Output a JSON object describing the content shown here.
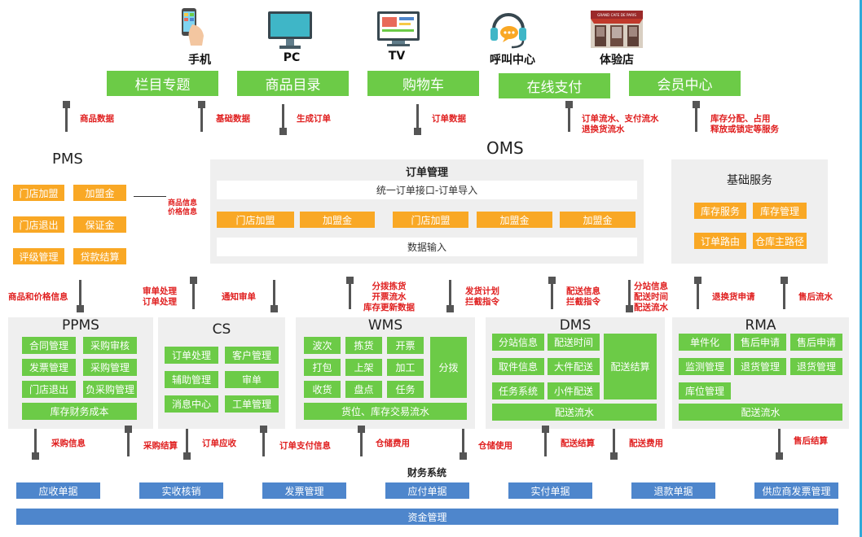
{
  "devices": [
    {
      "label": "手机",
      "icon": "mobile-phone-icon"
    },
    {
      "label": "PC",
      "icon": "monitor-icon"
    },
    {
      "label": "TV",
      "icon": "tv-icon"
    },
    {
      "label": "呼叫中心",
      "icon": "headset-icon"
    },
    {
      "label": "体验店",
      "icon": "storefront-icon"
    }
  ],
  "store_sign": "GRAND CAFE DE PARIS",
  "top_modules": [
    "栏目专题",
    "商品目录",
    "购物车",
    "在线支付",
    "会员中心"
  ],
  "top_flows": [
    "商品数据",
    "基础数据",
    "生成订单",
    "订单数据",
    "订单流水、支付流水\n退换货流水",
    "库存分配、占用\n释放或锁定等服务"
  ],
  "pms": {
    "title": "PMS",
    "items": [
      "门店加盟",
      "加盟金",
      "门店退出",
      "保证金",
      "评级管理",
      "贷款结算"
    ],
    "link_label": "商品信息\n价格信息"
  },
  "oms": {
    "title": "OMS",
    "order_mgmt": "订单管理",
    "interface": "统一订单接口-订单导入",
    "items": [
      "门店加盟",
      "加盟金",
      "门店加盟",
      "加盟金",
      "加盟金"
    ],
    "data_input": "数据输入"
  },
  "basic_service": {
    "title": "基础服务",
    "items": [
      "库存服务",
      "库存管理",
      "订单路由",
      "仓库主路径"
    ]
  },
  "mid_flows": [
    "商品和价格信息",
    "审单处理\n订单处理",
    "通知审单",
    "分拨拣货\n开票流水\n库存更新数据",
    "发货计划\n拦截指令",
    "配送信息\n拦截指令",
    "分站信息\n配送时间\n配送流水",
    "退换货申请",
    "售后流水"
  ],
  "ppms": {
    "title": "PPMS",
    "items": [
      "合同管理",
      "采购审核",
      "发票管理",
      "采购管理",
      "门店退出",
      "负采购管理"
    ],
    "footer": "库存财务成本"
  },
  "cs": {
    "title": "CS",
    "items": [
      "订单处理",
      "客户管理",
      "辅助管理",
      "审单",
      "消息中心",
      "工单管理"
    ]
  },
  "wms": {
    "title": "WMS",
    "items": [
      "波次",
      "拣货",
      "开票",
      "打包",
      "上架",
      "加工",
      "收货",
      "盘点",
      "任务"
    ],
    "side": "分拨",
    "footer": "货位、库存交易流水"
  },
  "dms": {
    "title": "DMS",
    "items": [
      "分站信息",
      "配送时间",
      "取件信息",
      "大件配送",
      "任务系统",
      "小件配送"
    ],
    "side": "配送结算",
    "footer": "配送流水"
  },
  "rma": {
    "title": "RMA",
    "items": [
      "单件化",
      "售后申请",
      "售后申请",
      "监测管理",
      "退货管理",
      "退货管理",
      "库位管理"
    ],
    "footer": "配送流水"
  },
  "bottom_flows": [
    "采购信息",
    "采购结算",
    "订单应收",
    "订单支付信息",
    "仓储费用",
    "仓储使用",
    "配送结算",
    "配送费用",
    "售后结算"
  ],
  "finance": {
    "title": "财务系统",
    "items": [
      "应收单据",
      "实收核销",
      "发票管理",
      "应付单据",
      "实付单据",
      "退款单据",
      "供应商发票管理"
    ],
    "fund": "资金管理"
  },
  "colors": {
    "green": "#6ccb47",
    "orange": "#f9a825",
    "blue": "#4e86cc",
    "red": "#e02020",
    "gray": "#efefef"
  }
}
